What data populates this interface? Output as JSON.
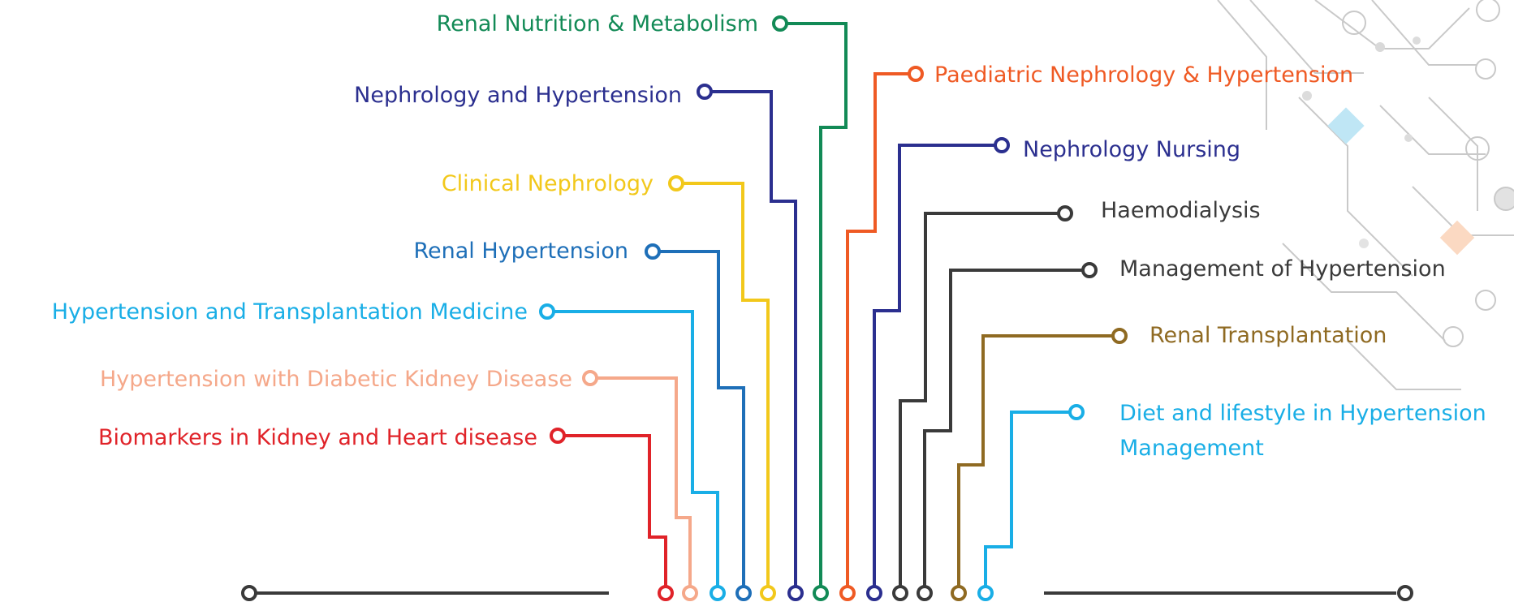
{
  "topics_left": [
    {
      "id": "renal-nutrition",
      "label": "Renal Nutrition & Metabolism",
      "color": "#128a56"
    },
    {
      "id": "nephrology-hypertension",
      "label": "Nephrology and Hypertension",
      "color": "#2b2f8f"
    },
    {
      "id": "clinical-nephrology",
      "label": "Clinical Nephrology",
      "color": "#f2c81b"
    },
    {
      "id": "renal-hypertension",
      "label": "Renal Hypertension",
      "color": "#1e6fb8"
    },
    {
      "id": "hypertension-transplantation",
      "label": "Hypertension and Transplantation Medicine",
      "color": "#19aee6"
    },
    {
      "id": "hypertension-diabetic",
      "label": "Hypertension with Diabetic Kidney Disease",
      "color": "#f5a88a"
    },
    {
      "id": "biomarkers",
      "label": "Biomarkers in Kidney and Heart disease",
      "color": "#e02329"
    }
  ],
  "topics_right": [
    {
      "id": "paediatric",
      "label": "Paediatric Nephrology & Hypertension",
      "color": "#ef5a24"
    },
    {
      "id": "nursing",
      "label": "Nephrology Nursing",
      "color": "#2b2f8f"
    },
    {
      "id": "haemodialysis",
      "label": "Haemodialysis",
      "color": "#3a3a3a"
    },
    {
      "id": "management-hypertension",
      "label": "Management of Hypertension",
      "color": "#3a3a3a"
    },
    {
      "id": "renal-transplantation",
      "label": "Renal Transplantation",
      "color": "#8f6a22"
    },
    {
      "id": "diet-lifestyle",
      "label": "Diet and lifestyle in Hypertension",
      "label_line2": "Management",
      "color": "#19aee6"
    }
  ],
  "baseline": {
    "color": "#3a3a3a"
  },
  "decoration": {
    "line_color": "#c9c9c9",
    "accent_blue": "#bfe6f5",
    "accent_orange": "#fbd9c2"
  }
}
